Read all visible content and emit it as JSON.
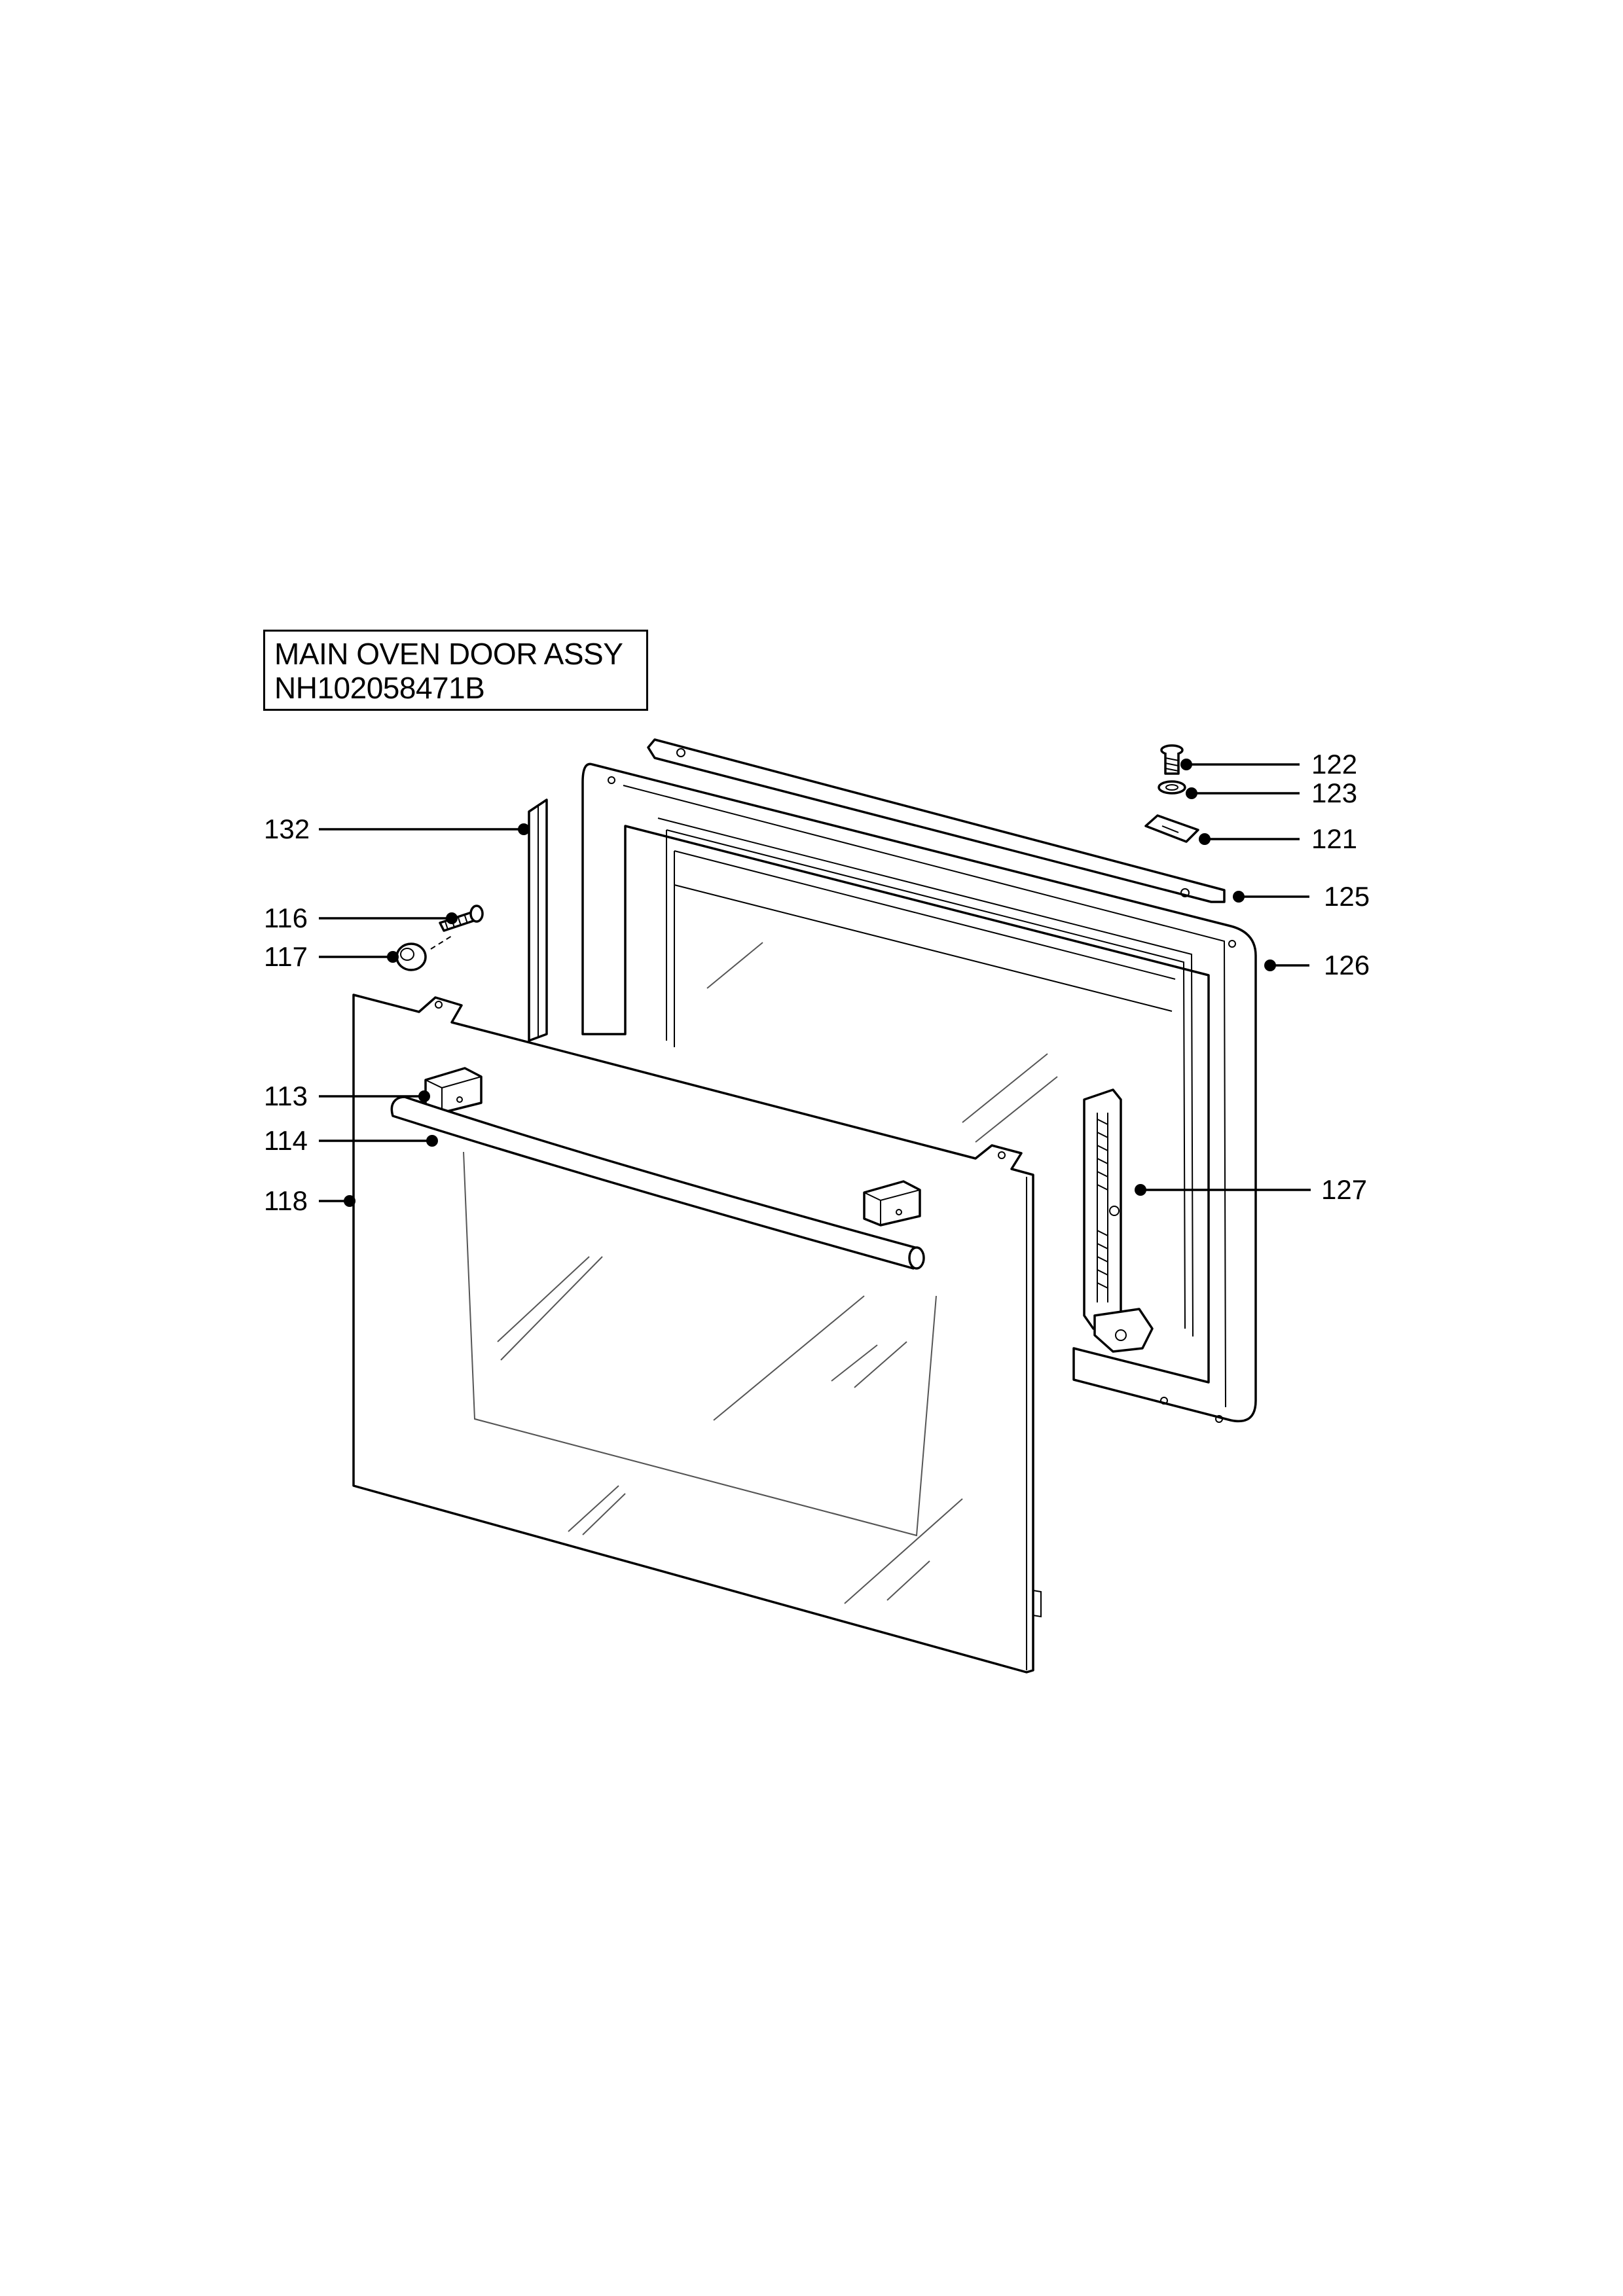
{
  "title": {
    "line1": "MAIN OVEN DOOR ASSY",
    "line2": "NH102058471B"
  },
  "callouts": [
    {
      "id": "122",
      "label": "122"
    },
    {
      "id": "123",
      "label": "123"
    },
    {
      "id": "121",
      "label": "121"
    },
    {
      "id": "125",
      "label": "125"
    },
    {
      "id": "126",
      "label": "126"
    },
    {
      "id": "127",
      "label": "127"
    },
    {
      "id": "132",
      "label": "132"
    },
    {
      "id": "116",
      "label": "116"
    },
    {
      "id": "117",
      "label": "117"
    },
    {
      "id": "113",
      "label": "113"
    },
    {
      "id": "114",
      "label": "114"
    },
    {
      "id": "118",
      "label": "118"
    }
  ]
}
